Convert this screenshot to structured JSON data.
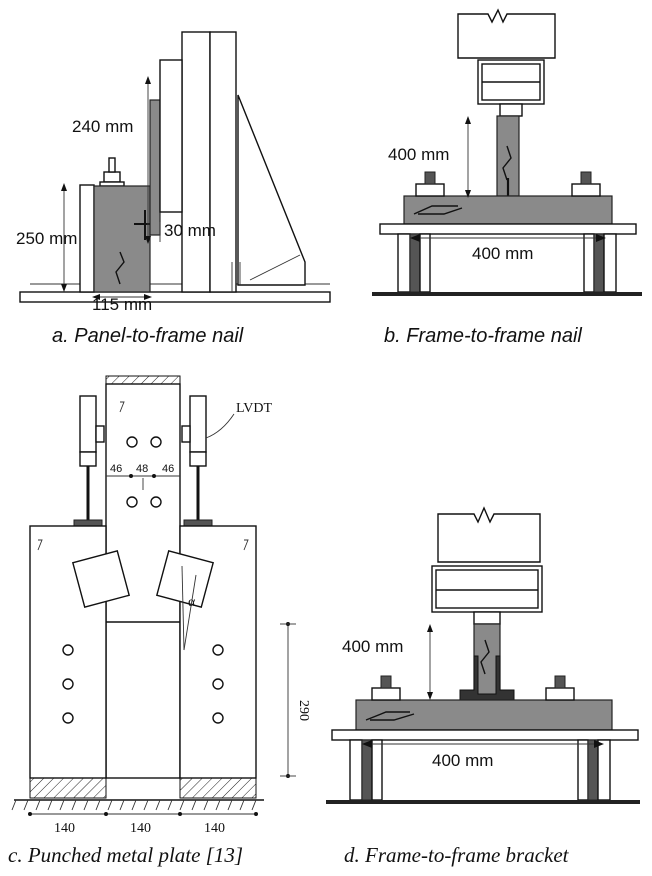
{
  "panel_a": {
    "caption": "a. Panel-to-frame nail",
    "dim_240": "240 mm",
    "dim_250": "250 mm",
    "dim_30": "30 mm",
    "dim_115": "115 mm"
  },
  "panel_b": {
    "caption": "b. Frame-to-frame nail",
    "dim_height": "400 mm",
    "dim_width": "400 mm"
  },
  "panel_c": {
    "caption": "c. Punched metal plate [13]",
    "lvdt_label": "LVDT",
    "dim_left": "46",
    "dim_mid": "48",
    "dim_right": "46",
    "dim_height": "290",
    "alpha": "α",
    "base_left": "140",
    "base_mid": "140",
    "base_right": "140"
  },
  "panel_d": {
    "caption": "d. Frame-to-frame bracket",
    "dim_height": "400 mm",
    "dim_width": "400 mm"
  }
}
